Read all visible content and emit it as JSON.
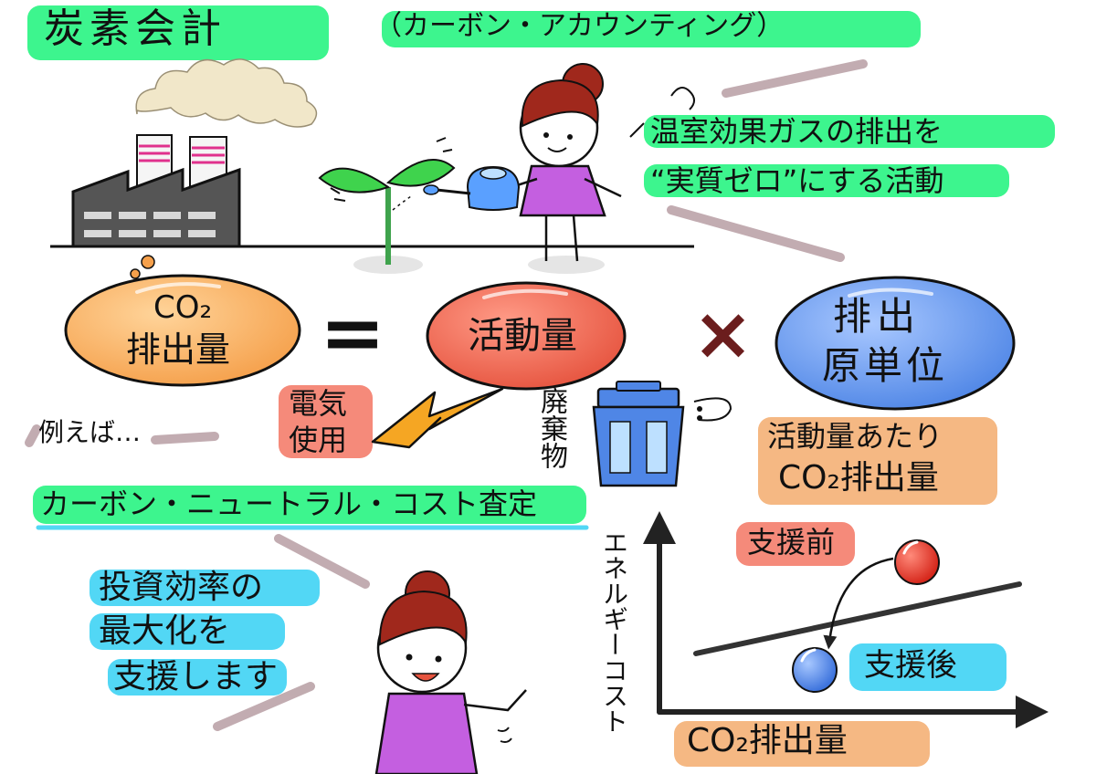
{
  "title": "炭素会計",
  "subtitle": "（カーボン・アカウンティング）",
  "definition_line1": "温室効果ガスの排出を",
  "definition_line2": "“実質ゼロ”にする活動",
  "formula": {
    "co2_line1": "CO₂",
    "co2_line2": "排出量",
    "equals": "=",
    "activity": "活動量",
    "times": "×",
    "factor_line1": "排出",
    "factor_line2": "原単位"
  },
  "activity_examples": {
    "electricity_line1": "電気",
    "electricity_line2": "使用",
    "waste": "廃棄物"
  },
  "factor_note_line1": "活動量あたり",
  "factor_note_line2": "CO₂排出量",
  "example_intro": "例えば…",
  "service_title": "カーボン・ニュートラル・コスト査定",
  "service_desc_line1": "投資効率の",
  "service_desc_line2": "最大化を",
  "service_desc_line3": "支援します",
  "graph": {
    "y_axis": "エネルギーコスト",
    "x_axis": "CO₂排出量",
    "before": "支援前",
    "after": "支援後"
  },
  "colors": {
    "highlight_green": "#3df58e",
    "highlight_cyan": "#52d7f5",
    "highlight_salmon": "#f58a7a",
    "highlight_peach": "#f5b883",
    "co2_ellipse": "#f5a04b",
    "activity_ellipse": "#e6543f",
    "factor_ellipse": "#4f86e6",
    "dress": "#c45fe0",
    "hair": "#a0281c",
    "bolt": "#f5a623"
  }
}
